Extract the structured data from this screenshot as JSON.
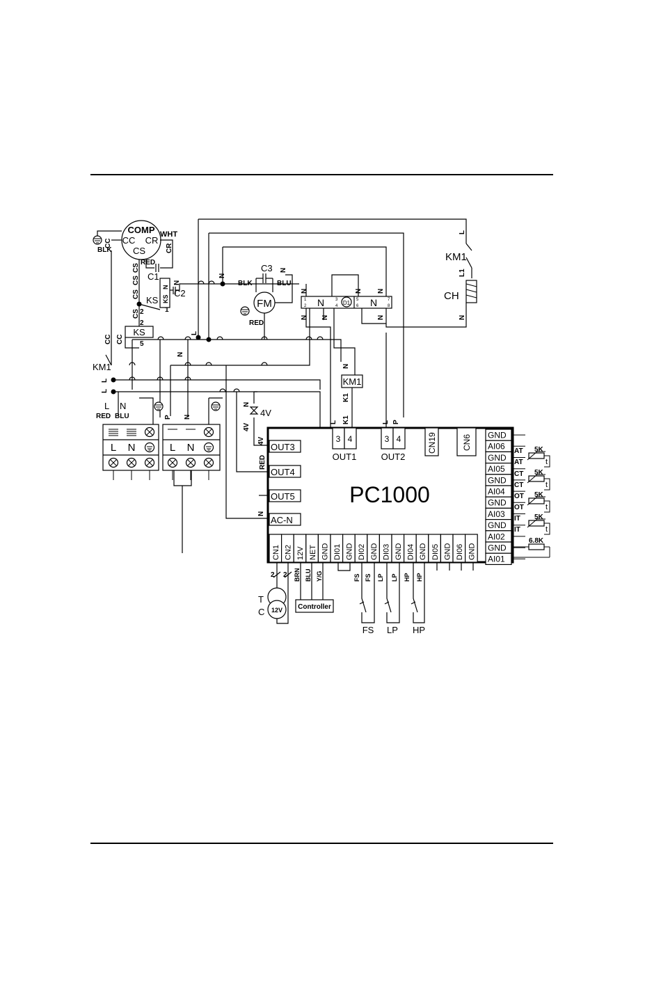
{
  "controller": {
    "name": "PC1000",
    "outputs": [
      "OUT3",
      "OUT4",
      "OUT5",
      "AC-N"
    ],
    "out_blocks": [
      {
        "label": "OUT1",
        "pins": [
          "3",
          "4"
        ],
        "wires": [
          "L",
          "K1"
        ]
      },
      {
        "label": "OUT2",
        "pins": [
          "3",
          "4"
        ],
        "wires": [
          "L",
          "P"
        ]
      }
    ],
    "top_connectors": [
      "CN19",
      "CN6"
    ],
    "right_pins": [
      "GND",
      "AI06",
      "GND",
      "AI05",
      "GND",
      "AI04",
      "GND",
      "AI03",
      "GND",
      "AI02",
      "GND",
      "AI01"
    ],
    "bottom_pins": [
      "CN1",
      "CN2",
      "12V",
      "NET",
      "GND",
      "DI01",
      "GND",
      "DI02",
      "GND",
      "DI03",
      "GND",
      "DI04",
      "GND",
      "DI05",
      "GND",
      "DI06",
      "GND"
    ]
  },
  "sensors": [
    {
      "code": "AT",
      "value": "5K"
    },
    {
      "code": "CT",
      "value": "5K"
    },
    {
      "code": "OT",
      "value": "5K"
    },
    {
      "code": "IT",
      "value": "5K"
    }
  ],
  "resistor": {
    "value": "6.8K"
  },
  "compressor": {
    "label": "COMP",
    "terminals": [
      "CC",
      "CR",
      "CS"
    ],
    "wires": {
      "wht": "WHT",
      "blk": "BLK",
      "red": "RED",
      "cr": "CR",
      "cs": "CS",
      "cc": "CC"
    }
  },
  "capacitors": [
    "C1",
    "C2",
    "C3"
  ],
  "ks": {
    "label": "KS",
    "pins": [
      "2",
      "5",
      "1"
    ]
  },
  "fan": {
    "label": "FM",
    "left": "BLK",
    "right": "BLU",
    "bottom": "RED"
  },
  "relay": {
    "label": "KM1",
    "coil": "KM1",
    "l1": "L1",
    "heater": "CH"
  },
  "valve": {
    "label": "4V"
  },
  "timer": {
    "symbol": "D1",
    "nodes": [
      "N",
      "N"
    ],
    "pins": [
      "1",
      "2",
      "3",
      "4",
      "5",
      "6",
      "7",
      "8"
    ]
  },
  "wire_letters": {
    "l": "L",
    "n": "N",
    "k1": "K1",
    "p": "P",
    "red": "RED",
    "four_v": "4V"
  },
  "power": {
    "row1": [
      "L",
      "N"
    ],
    "labels": [
      "L",
      "N",
      "RED",
      "BLU"
    ],
    "terminal2_top": [
      "P",
      "N"
    ]
  },
  "transformer": {
    "t": "T",
    "c": "C",
    "voltage": "12V",
    "pins": [
      "2",
      "2"
    ]
  },
  "bottom_wires": [
    "BRN",
    "BLU",
    "Y/G",
    "FS",
    "FS",
    "LP",
    "LP",
    "HP",
    "HP"
  ],
  "controller_box": "Controller",
  "switches": [
    "FS",
    "LP",
    "HP"
  ]
}
